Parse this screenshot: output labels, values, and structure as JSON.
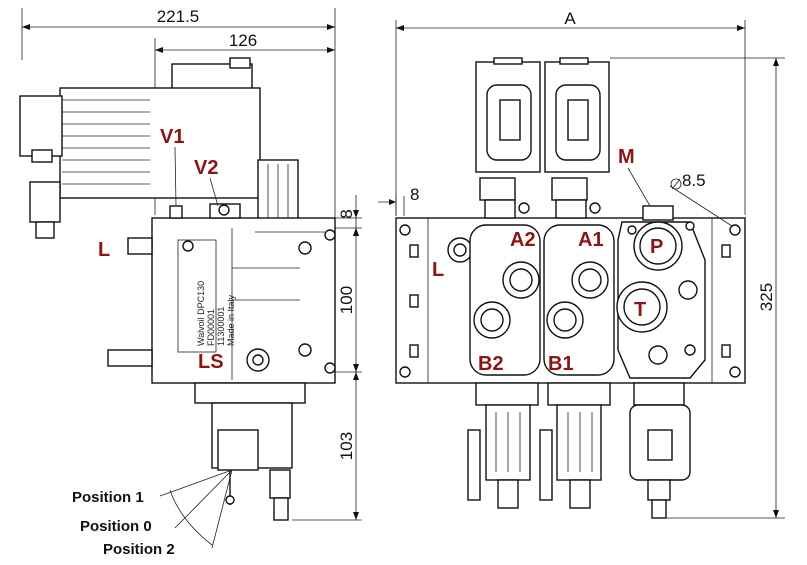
{
  "dimensions": {
    "overall_width": "221.5",
    "body_width": "126",
    "overall_front": "A",
    "top_offset": "8",
    "body_height": "100",
    "bottom_ext": "103",
    "hole_offset": "8",
    "hole_dia": "8.5",
    "total_height": "325"
  },
  "ports": {
    "v1": "V1",
    "v2": "V2",
    "l_side": "L",
    "ls": "LS",
    "l_front": "L",
    "a2": "A2",
    "a1": "A1",
    "b2": "B2",
    "b1": "B1",
    "p": "P",
    "t": "T",
    "m": "M"
  },
  "positions": {
    "pos1": "Position 1",
    "pos0": "Position 0",
    "pos2": "Position 2"
  },
  "nameplate": {
    "line1": "Walvoil DPC130",
    "line2": "FD00001",
    "line3": "11300001",
    "line4": "Made in Italy"
  }
}
